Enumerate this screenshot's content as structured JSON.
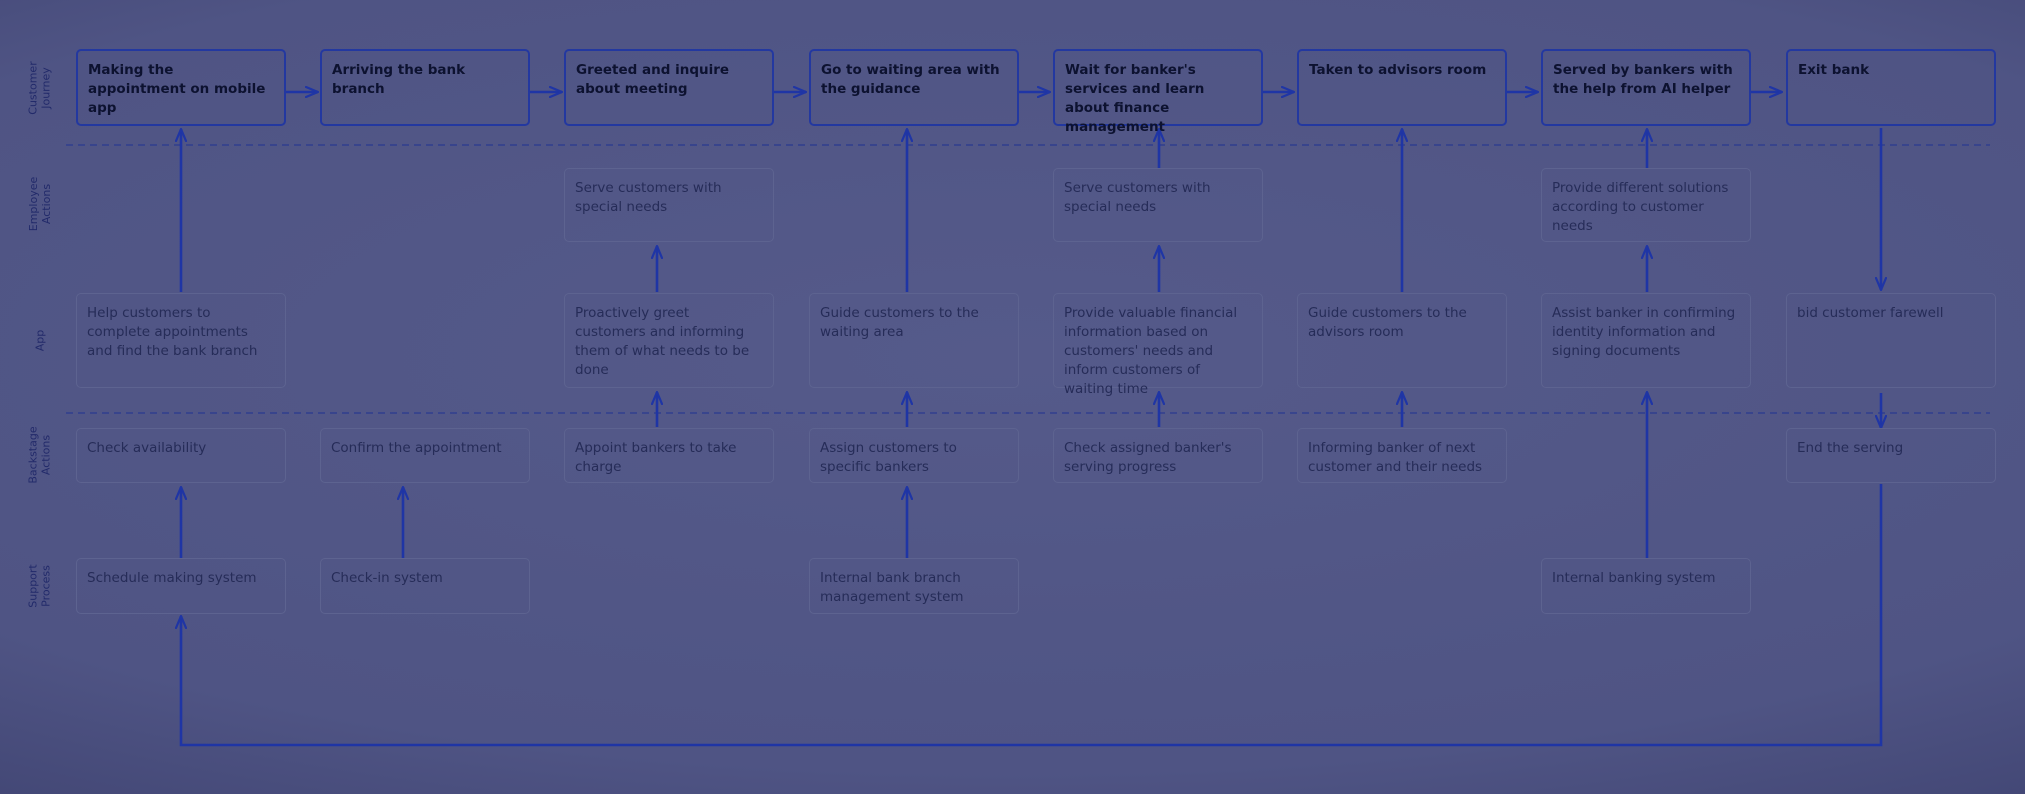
{
  "lanes": {
    "customer_journey": "Customer\nJourney",
    "employee_actions": "Employee\nActions",
    "app": "App",
    "backstage_actions": "Backstage\nActions",
    "support_process": "Support\nProcess"
  },
  "journey": [
    "Making the appointment on mobile app",
    "Arriving the bank branch",
    "Greeted and inquire about meeting",
    "Go to waiting area with the guidance",
    "Wait for banker's services and learn about finance management",
    "Taken to advisors room",
    "Served by bankers with the help from AI helper",
    "Exit bank"
  ],
  "employee": {
    "col3": "Serve customers with special needs",
    "col5": "Serve customers with special needs",
    "col7": "Provide different solutions according to customer needs"
  },
  "app": {
    "col1": "Help customers to complete appointments and find the bank branch",
    "col3": "Proactively greet customers and informing them of what needs to be done",
    "col4": "Guide customers to the waiting area",
    "col5": "Provide valuable financial information based on customers' needs and inform customers of waiting time",
    "col6": "Guide customers to the advisors room",
    "col7": "Assist banker in confirming identity information and signing documents",
    "col8": "bid customer farewell"
  },
  "backstage": {
    "col1": "Check availability",
    "col2": "Confirm the appointment",
    "col3": "Appoint bankers to take charge",
    "col4": "Assign customers to specific bankers",
    "col5": "Check assigned banker's serving progress",
    "col6": "Informing banker of next customer and their needs",
    "col8": "End the serving"
  },
  "support": {
    "col1": "Schedule making system",
    "col2": "Check-in system",
    "col4": "Internal bank branch management system",
    "col7": "Internal banking system"
  },
  "colors": {
    "accent": "#1f35a5",
    "background": "#4a4f7e",
    "divider": "#2a3a90"
  }
}
